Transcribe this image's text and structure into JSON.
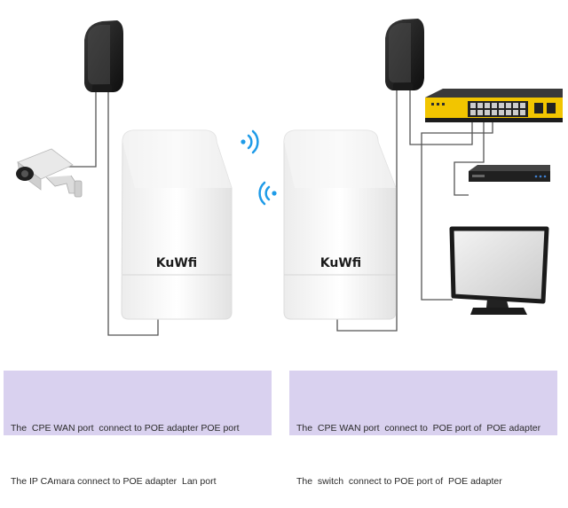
{
  "diagram": {
    "left_cpe": {
      "brand": "KuWfi"
    },
    "right_cpe": {
      "brand": "KuWfi"
    }
  },
  "captions": {
    "left": [
      "The  CPE WAN port  connect to POE adapter POE port",
      "The IP CAmara connect to POE adapter  Lan port"
    ],
    "right": [
      "The  CPE WAN port  connect to  POE port of  POE adapter",
      "The  switch  connect to POE port of  POE adapter"
    ]
  },
  "colors": {
    "caption_bg": "#d9d1ef",
    "wifi_signal": "#1e9be8",
    "switch_accent": "#f2c500",
    "cable": "#555555"
  }
}
